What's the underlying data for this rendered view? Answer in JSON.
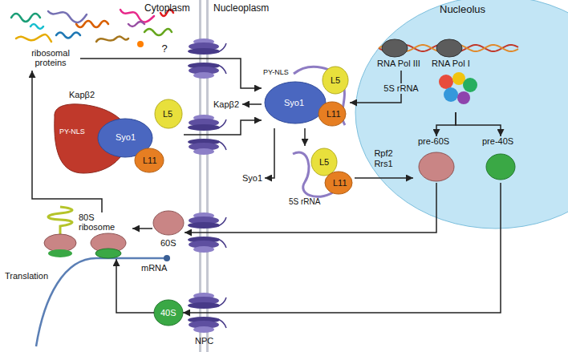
{
  "diagram": {
    "nodes": [
      {
        "text": [
          "Nucleolus"
        ]
      },
      {
        "text": [
          "ribosomal proteins"
        ]
      },
      {
        "text": [
          "Kapβ2",
          "PY-NLS",
          "Syo1",
          "L5",
          "L11"
        ]
      },
      {
        "text": [
          "PY-NLS",
          "Syo1",
          "L5",
          "L11"
        ]
      },
      {
        "text": [
          "Kapβ2"
        ]
      },
      {
        "text": [
          "Syo1"
        ]
      },
      {
        "text": [
          "L5",
          "L11",
          "5S rRNA"
        ]
      },
      {
        "text": [
          "RNA Pol III"
        ],
        "in": 0
      },
      {
        "text": [
          "RNA Pol I"
        ],
        "in": 0
      },
      {
        "text": [
          "pre-60S"
        ],
        "in": 0
      },
      {
        "text": [
          "pre-40S"
        ],
        "in": 0
      },
      {
        "text": [
          "60S"
        ]
      },
      {
        "text": [
          "40S"
        ]
      },
      {
        "text": [
          "80S ribosome"
        ]
      }
    ],
    "edges": [
      {
        "from": 13,
        "to": 1,
        "arrow": "to"
      },
      {
        "from": 1,
        "to": 3,
        "label": "?",
        "arrow": "to"
      },
      {
        "from": 2,
        "to": 3,
        "arrow": "to"
      },
      {
        "from": 3,
        "to": 4,
        "arrow": "to"
      },
      {
        "from": 3,
        "to": 5,
        "arrow": "to"
      },
      {
        "from": 3,
        "to": 6,
        "arrow": "to"
      },
      {
        "from": 7,
        "to": 3,
        "label": "5S rRNA",
        "arrow": "to"
      },
      {
        "from": 6,
        "to": 9,
        "label": "Rpf2 Rrs1",
        "arrow": "to"
      },
      {
        "from": 8,
        "to": 9,
        "arrow": "to"
      },
      {
        "from": 8,
        "to": 10,
        "arrow": "to"
      },
      {
        "from": 9,
        "to": 11,
        "arrow": "to"
      },
      {
        "from": 10,
        "to": 12,
        "arrow": "to"
      },
      {
        "from": 11,
        "to": 13,
        "arrow": "to"
      },
      {
        "from": 12,
        "to": 13,
        "arrow": "to"
      }
    ],
    "labels": [
      "Cytoplasm",
      "Nucleoplasm",
      "mRNA",
      "Translation",
      "NPC"
    ]
  }
}
